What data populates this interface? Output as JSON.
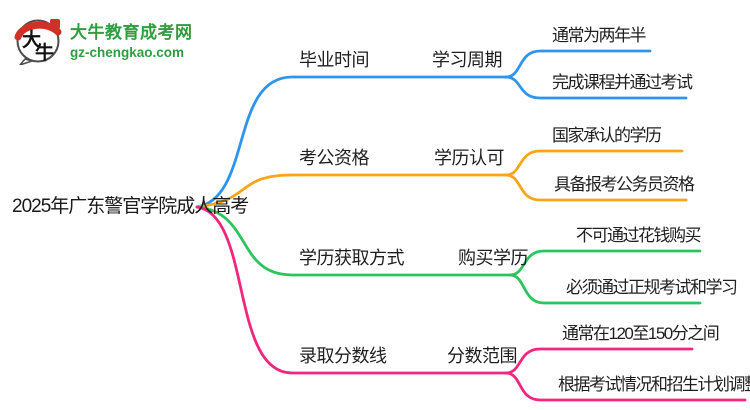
{
  "logo": {
    "icon_text_top": "大",
    "icon_text_bottom": "牛",
    "site_name": "大牛教育成考网",
    "site_url": "gz-chengkao.com",
    "brand_green": "#2f9e41",
    "brand_red": "#cf3126"
  },
  "root": {
    "label": "2025年广东警官学院成人高考"
  },
  "branches": [
    {
      "id": "graduation-time",
      "color": "#2d95f0",
      "label": "毕业时间",
      "sublabel": "学习周期",
      "leaves": [
        "通常为两年半",
        "完成课程并通过考试"
      ]
    },
    {
      "id": "civil-service-eligibility",
      "color": "#f7a61b",
      "label": "考公资格",
      "sublabel": "学历认可",
      "leaves": [
        "国家承认的学历",
        "具备报考公务员资格"
      ]
    },
    {
      "id": "degree-acquisition",
      "color": "#2bc45d",
      "label": "学历获取方式",
      "sublabel": "购买学历",
      "leaves": [
        "不可通过花钱购买",
        "必须通过正规考试和学习"
      ]
    },
    {
      "id": "admission-score-line",
      "color": "#f2267c",
      "label": "录取分数线",
      "sublabel": "分数范围",
      "leaves": [
        "通常在120至150分之间",
        "根据考试情况和招生计划调整"
      ]
    }
  ]
}
